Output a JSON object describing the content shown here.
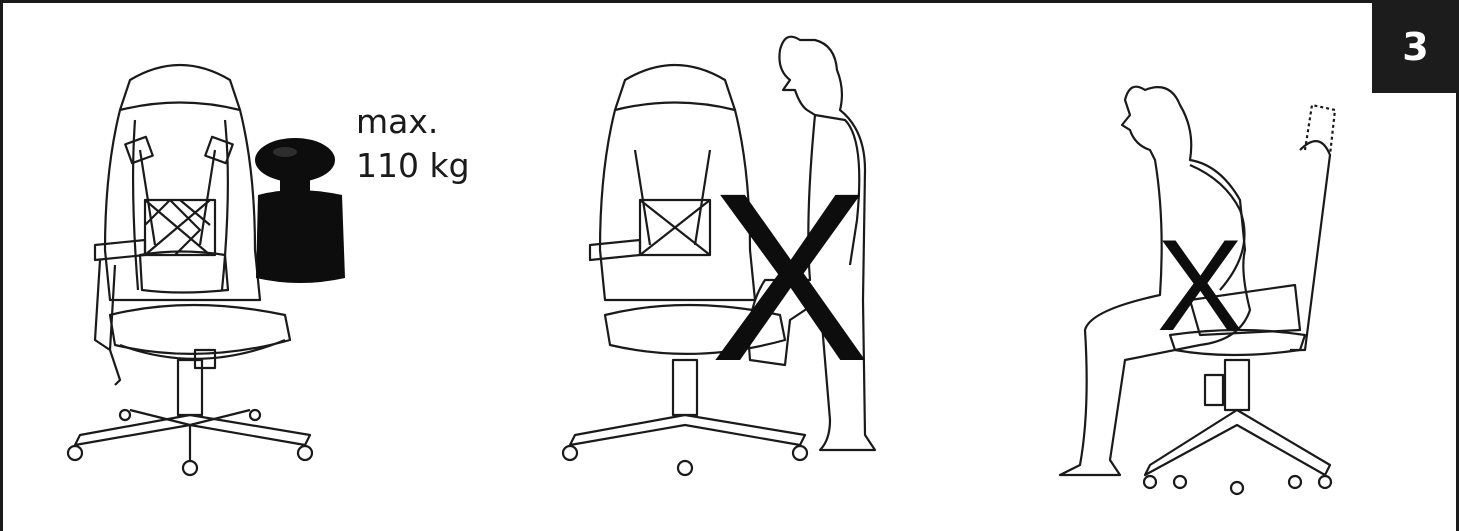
{
  "step": {
    "number": "3"
  },
  "weight_limit": {
    "line1": "max.",
    "line2": "110 kg"
  },
  "panels": [
    {
      "illustration": "chair-with-weight-icon"
    },
    {
      "illustration": "standing-on-chair-prohibited-icon",
      "prohibited_mark": "X"
    },
    {
      "illustration": "sitting-on-armrest-prohibited-icon",
      "prohibited_mark": "X"
    }
  ],
  "colors": {
    "ink": "#1a1a1a",
    "badge_bg": "#1c1c1c",
    "badge_text": "#ffffff",
    "weight": "#0d0d0d"
  }
}
